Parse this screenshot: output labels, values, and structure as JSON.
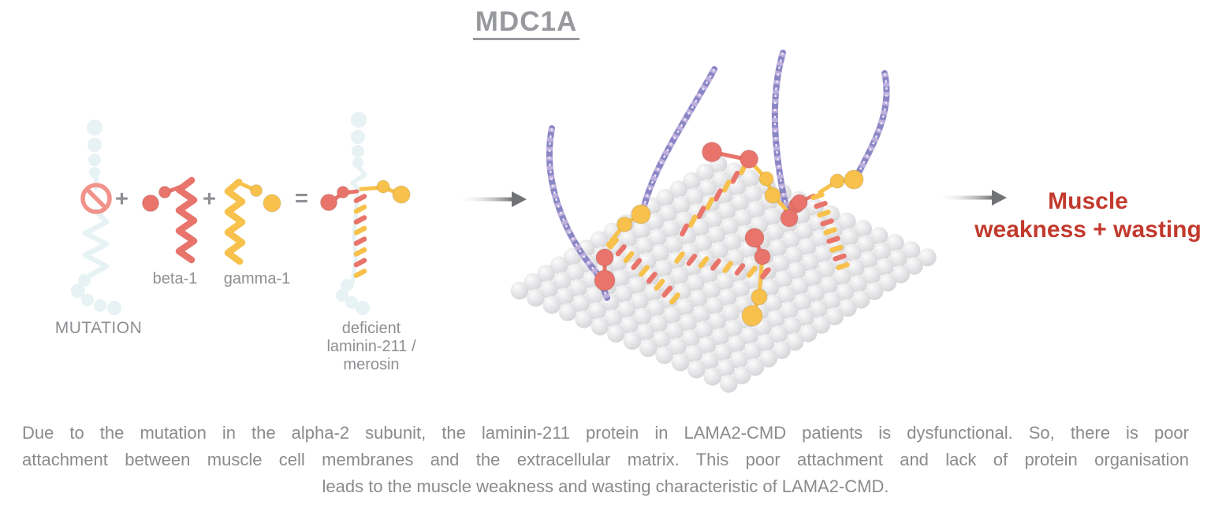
{
  "title": "MDC1A",
  "equation": {
    "mutation_label": "MUTATION",
    "plus1": "+",
    "plus2": "+",
    "equals": "=",
    "beta_label": "beta-1",
    "gamma_label": "gamma-1",
    "result_label_lines": [
      "deficient",
      "laminin-211 /",
      "merosin"
    ]
  },
  "outcome": {
    "lines": [
      "Muscle",
      "weakness + wasting"
    ]
  },
  "caption": {
    "lines": [
      "Due to the mutation in the alpha-2 subunit, the laminin-211 protein in LAMA2-CMD patients is dysfunctional. So, there is poor",
      "attachment between muscle cell membranes and the extracellular matrix. This poor attachment and lack of protein organisation",
      "leads to the muscle weakness and wasting characteristic of LAMA2-CMD."
    ]
  },
  "colors": {
    "red": "#e8746b",
    "yellow": "#f7c14b",
    "faded_chain": "#e6f2f3",
    "prohibition": "#f2938b",
    "purple_dark": "#8a86c6",
    "purple_light": "#beafdc",
    "purple_highlight": "#eae5f5",
    "sphere_light": "#fbfbfc",
    "sphere_mid": "#e6e6e8",
    "sphere_edge": "#d4d4d7",
    "arrow": "#717376",
    "title_gray": "#97999d",
    "label_gray": "#8d8f93",
    "caption_gray": "#8b8b8b",
    "outcome_red": "#c23a2d"
  }
}
